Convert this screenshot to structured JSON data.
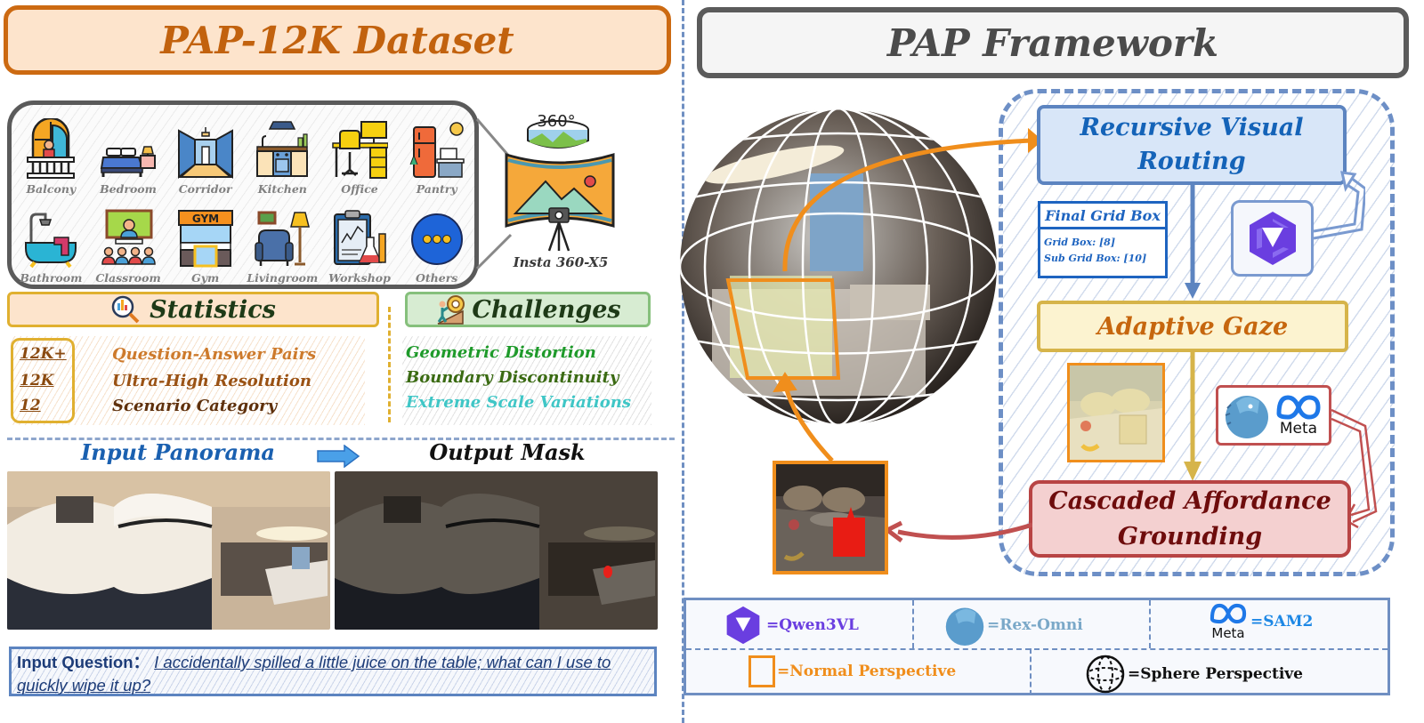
{
  "left_panel": {
    "title": "PAP-12K Dataset",
    "scenarios": [
      {
        "label": "Balcony",
        "icon": "balcony-icon"
      },
      {
        "label": "Bedroom",
        "icon": "bedroom-icon"
      },
      {
        "label": "Corridor",
        "icon": "corridor-icon"
      },
      {
        "label": "Kitchen",
        "icon": "kitchen-icon"
      },
      {
        "label": "Office",
        "icon": "office-icon"
      },
      {
        "label": "Pantry",
        "icon": "pantry-icon"
      },
      {
        "label": "Bathroom",
        "icon": "bathroom-icon"
      },
      {
        "label": "Classroom",
        "icon": "classroom-icon"
      },
      {
        "label": "Gym",
        "icon": "gym-icon"
      },
      {
        "label": "Livingroom",
        "icon": "livingroom-icon"
      },
      {
        "label": "Workshop",
        "icon": "workshop-icon"
      },
      {
        "label": "Others",
        "icon": "others-icon"
      }
    ],
    "camera": {
      "label": "Insta 360-X5",
      "badge": "360°"
    },
    "gym_sign": "GYM",
    "statistics": {
      "title": "Statistics",
      "rows": [
        {
          "value": "12K+",
          "label": "Question-Answer Pairs",
          "color": "#cd7a2c"
        },
        {
          "value": "12K",
          "label": "Ultra-High  Resolution",
          "color": "#9a5214"
        },
        {
          "value": "12",
          "label": "Scenario Category",
          "color": "#5e300c"
        }
      ]
    },
    "challenges": {
      "title": "Challenges",
      "rows": [
        {
          "label": "Geometric Distortion",
          "color": "#1e9a2a"
        },
        {
          "label": "Boundary Discontinuity",
          "color": "#3a6a12"
        },
        {
          "label": "Extreme Scale Variations",
          "color": "#3fc6c6"
        }
      ]
    },
    "panorama": {
      "input_title": "Input Panorama",
      "output_title": "Output Mask"
    },
    "question": {
      "label": "Input Question：",
      "text": "I accidentally spilled a little juice on the table; what can I use to quickly wipe it up?"
    }
  },
  "right_panel": {
    "title": "PAP Framework",
    "recursive_visual_routing": {
      "line1": "Recursive Visual",
      "line2": "Routing"
    },
    "final_grid_box": {
      "title": "Final Grid Box",
      "grid_box": "Grid Box:  [8]",
      "sub_grid_box": "Sub Grid Box: [10]"
    },
    "adaptive_gaze": "Adaptive Gaze",
    "cascaded_affordance_grounding": {
      "line1": "Cascaded Affordance",
      "line2": "Grounding"
    },
    "meta_logo_text": "Meta",
    "legend": {
      "qwen": "=Qwen3VL",
      "rex": "=Rex-Omni",
      "sam": "=SAM2",
      "meta_text": "Meta",
      "normal": "=Normal Perspective",
      "sphere": "=Sphere Perspective"
    }
  },
  "colors": {
    "orange_accent": "#f08e1c",
    "title_orange": "#c2620e",
    "blue_dash": "#6f8fc2",
    "rvr_blue": "#1463b8",
    "caf_red": "#b84444",
    "qwen_purple": "#6a3ee0",
    "rex_blue": "#5a9ccc",
    "sam_blue": "#1e88e5"
  }
}
